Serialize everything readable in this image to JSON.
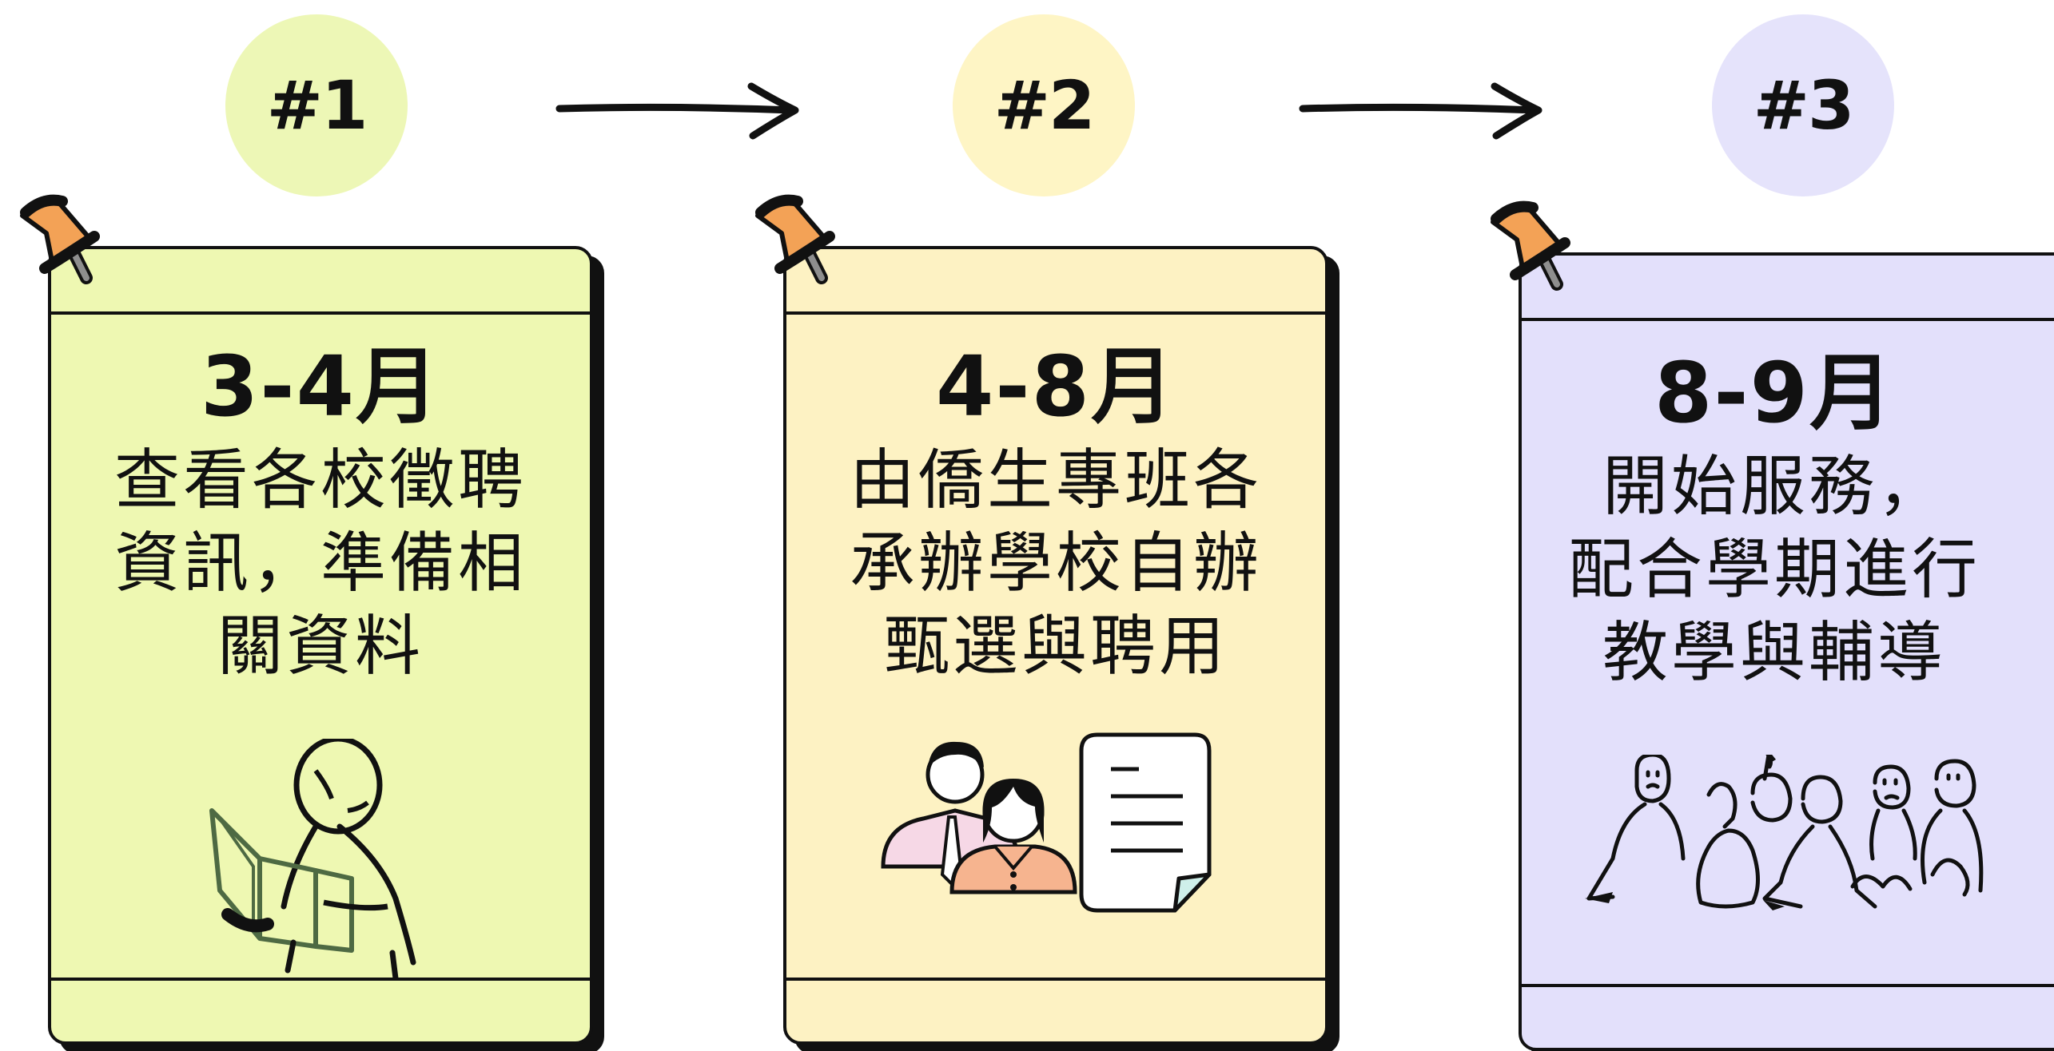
{
  "steps": [
    {
      "number": "#1",
      "period": "3-4月",
      "lines": [
        "查看各校徵聘",
        "資訊，準備相",
        "關資料"
      ],
      "illustration": "person-reading-book-icon",
      "color": "#EEF8B2",
      "badge_color": "#EDF7B6"
    },
    {
      "number": "#2",
      "period": "4-8月",
      "lines": [
        "由僑生專班各",
        "承辦學校自辦",
        "甄選與聘用"
      ],
      "illustration": "interview-document-icon",
      "color": "#FDF2C3",
      "badge_color": "#FEF5C5"
    },
    {
      "number": "#3",
      "period": "8-9月",
      "lines": [
        "開始服務，",
        "配合學期進行",
        "教學與輔導"
      ],
      "illustration": "classroom-students-icon",
      "color": "#E3E0FB",
      "badge_color": "#E5E3FB"
    }
  ],
  "colors": {
    "outline": "#111111",
    "pin_orange": "#F3A256",
    "pin_needle": "#8E8E8E"
  }
}
